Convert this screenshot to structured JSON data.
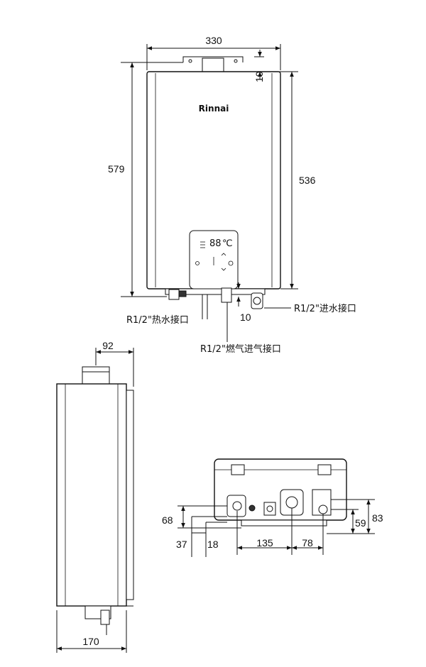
{
  "front_view": {
    "brand": "Rinnai",
    "display_text": "88",
    "display_unit": "℃",
    "dims": {
      "width": "330",
      "top_offset": "10",
      "total_height": "579",
      "body_height": "536",
      "gas_offset": "10"
    },
    "labels": {
      "hot_water": "R1/2\"热水接口",
      "cold_water": "R1/2\"进水接口",
      "gas": "R1/2\"燃气进气接口"
    }
  },
  "side_view": {
    "dims": {
      "flue_offset": "92",
      "depth": "170"
    }
  },
  "bottom_view": {
    "dims": {
      "h68": "68",
      "h37": "37",
      "h18": "18",
      "d135": "135",
      "d78": "78",
      "h59": "59",
      "h83": "83"
    }
  }
}
